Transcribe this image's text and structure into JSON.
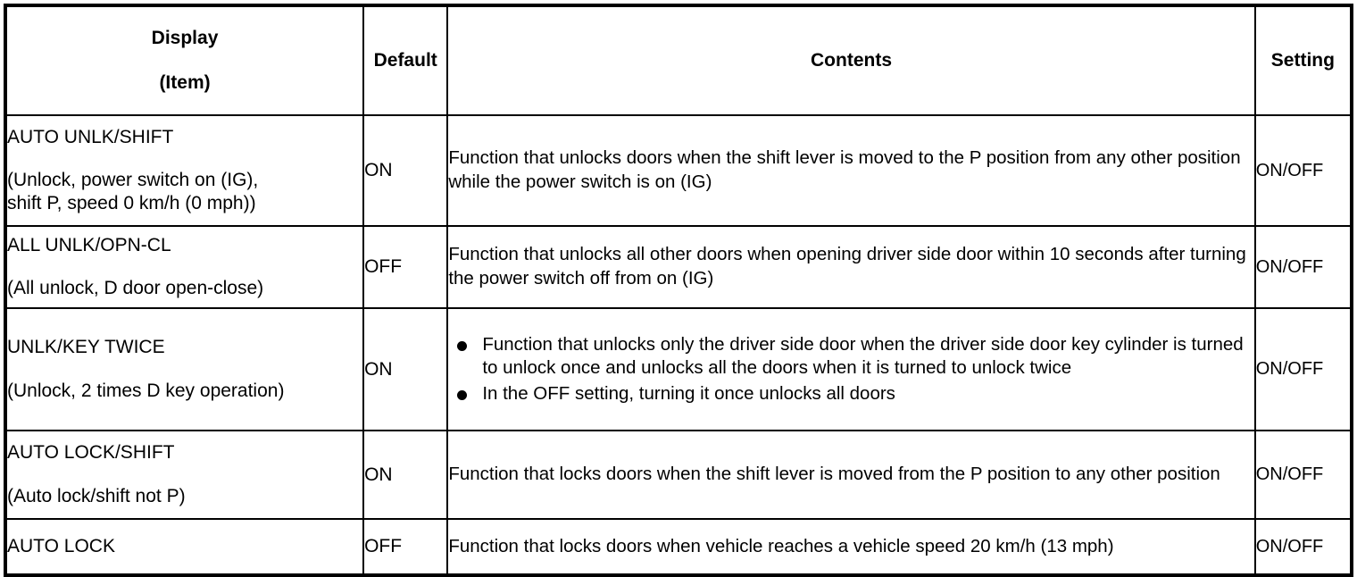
{
  "table": {
    "headers": {
      "display_main": "Display",
      "display_sub": "(Item)",
      "default": "Default",
      "contents": "Contents",
      "setting": "Setting"
    },
    "rows": [
      {
        "display_name": "AUTO UNLK/SHIFT",
        "display_desc_line1": "(Unlock, power switch on (IG),",
        "display_desc_line2": "shift P, speed 0 km/h (0 mph))",
        "default": "ON",
        "contents_type": "paragraph",
        "contents": "Function that unlocks doors when the shift lever is moved to the P position from any other position while the power switch is on (IG)",
        "setting": "ON/OFF"
      },
      {
        "display_name": "ALL UNLK/OPN-CL",
        "display_desc_line1": "(All unlock, D door open-close)",
        "display_desc_line2": "",
        "default": "OFF",
        "contents_type": "paragraph",
        "contents": "Function that unlocks all other doors when opening driver side door within 10 seconds after turning the power switch off from on (IG)",
        "setting": "ON/OFF"
      },
      {
        "display_name": "UNLK/KEY TWICE",
        "display_desc_line1": "(Unlock, 2 times D key operation)",
        "display_desc_line2": "",
        "default": "ON",
        "contents_type": "bullets",
        "contents_bullets": [
          "Function that unlocks only the driver side door when the driver side door key cylinder is turned to unlock once and unlocks all the doors when it is turned to unlock twice",
          "In the OFF setting, turning it once unlocks all doors"
        ],
        "setting": "ON/OFF"
      },
      {
        "display_name": "AUTO LOCK/SHIFT",
        "display_desc_line1": "(Auto lock/shift not P)",
        "display_desc_line2": "",
        "default": "ON",
        "contents_type": "paragraph",
        "contents": "Function that locks doors when the shift lever is moved from the P position to any other position",
        "setting": "ON/OFF"
      },
      {
        "display_name": "AUTO LOCK",
        "display_desc_line1": "",
        "display_desc_line2": "",
        "default": "OFF",
        "contents_type": "paragraph",
        "contents": "Function that locks doors when vehicle reaches a vehicle speed 20 km/h (13 mph)",
        "setting": "ON/OFF"
      }
    ]
  }
}
